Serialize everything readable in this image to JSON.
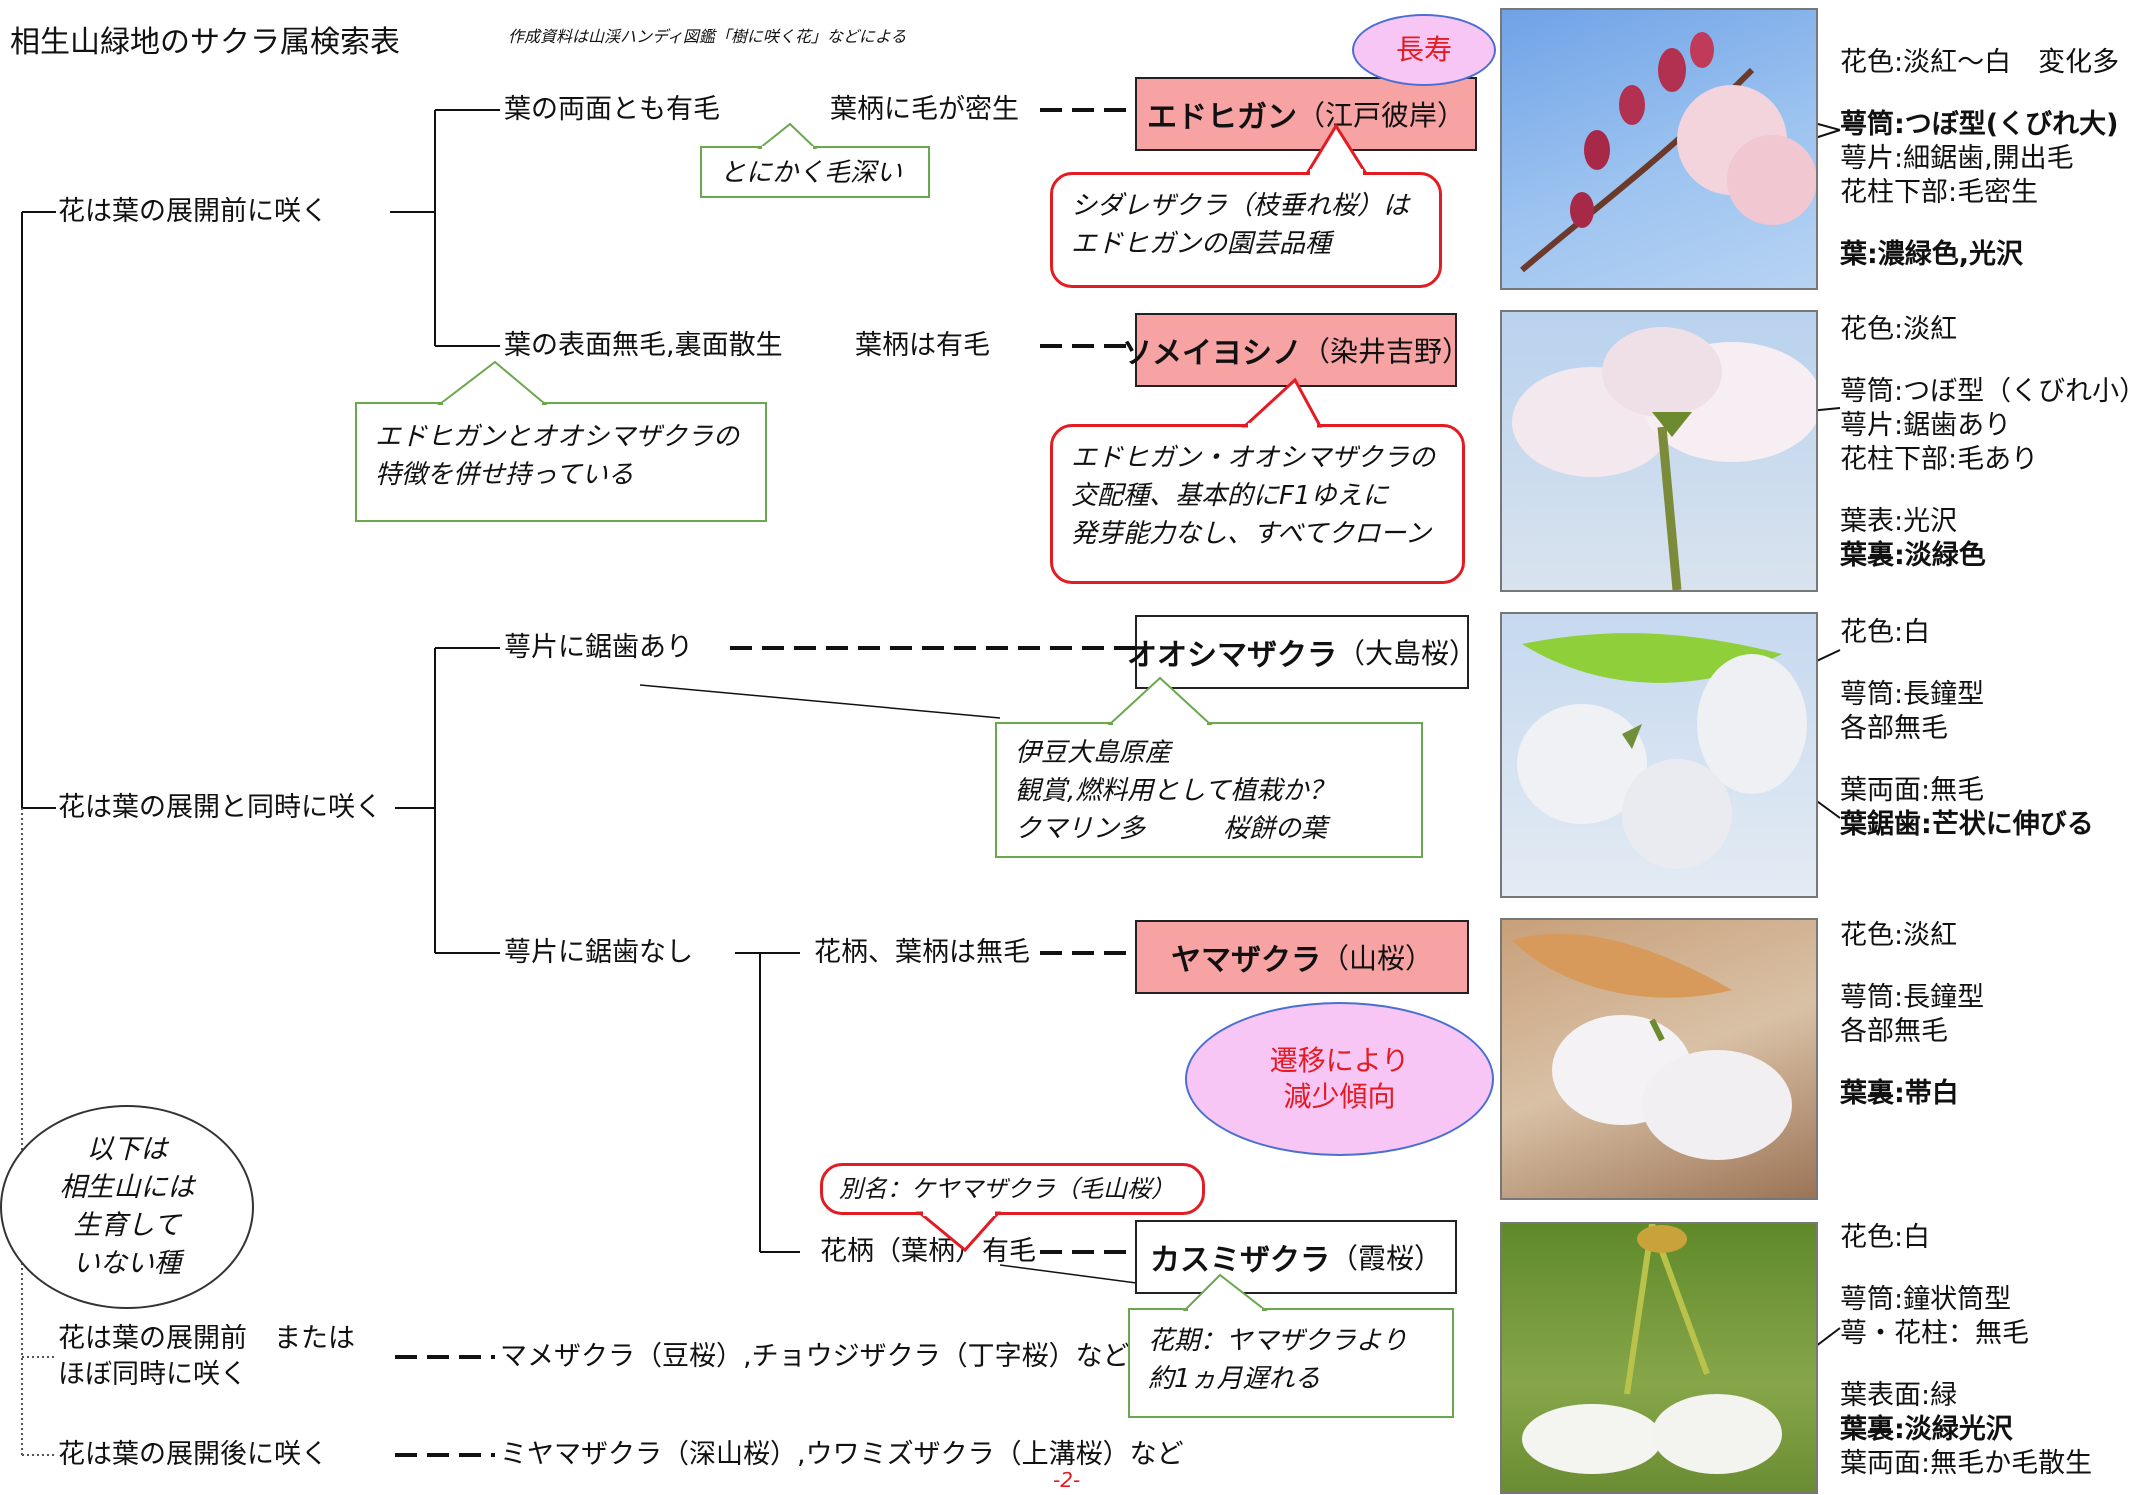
{
  "header": {
    "title": "相生山緑地のサクラ属検索表",
    "source_note": "作成資料は山渓ハンディ図鑑「樹に咲く花」などによる"
  },
  "tree": {
    "before_leaf": "花は葉の展開前に咲く",
    "with_leaf": "花は葉の展開と同時に咲く",
    "both_hairy": "葉の両面とも有毛",
    "petiole_dense_hair": "葉柄に毛が密生",
    "upper_glabrous": "葉の表面無毛,裏面散生",
    "petiole_hairy": "葉柄は有毛",
    "sepal_serrate": "萼片に鋸歯あり",
    "sepal_entire": "萼片に鋸歯なし",
    "pedicel_glabrous": "花柄、葉柄は無毛",
    "pedicel_hairy": "花柄（葉柄）有毛",
    "before_or_with": "花は葉の展開前　または",
    "before_or_with_2": "ほぼ同時に咲く",
    "after_leaf": "花は葉の展開後に咲く",
    "others_1": "マメザクラ（豆桜）,チョウジザクラ（丁字桜）など",
    "others_2": "ミヤマザクラ（深山桜）,ウワミズザクラ（上溝桜）など"
  },
  "species": [
    {
      "name": "エドヒガン",
      "kanji": "（江戸彼岸）",
      "highlight": true
    },
    {
      "name": "ソメイヨシノ",
      "kanji": "（染井吉野）",
      "highlight": true
    },
    {
      "name": "オオシマザクラ",
      "kanji": "（大島桜）",
      "highlight": false
    },
    {
      "name": "ヤマザクラ",
      "kanji": "（山桜）",
      "highlight": true
    },
    {
      "name": "カスミザクラ",
      "kanji": "（霞桜）",
      "highlight": false
    }
  ],
  "callouts": {
    "longevity": "長寿",
    "hairy": "とにかく毛深い",
    "shidare_1": "シダレザクラ（枝垂れ桜）は",
    "shidare_2": "エドヒガンの園芸品種",
    "trait_1": "エドヒガンとオオシマザクラの",
    "trait_2": "特徴を併せ持っている",
    "cross_1": "エドヒガン・オオシマザクラの",
    "cross_2": "交配種、基本的にF1ゆえに",
    "cross_3": "発芽能力なし、すべてクローン",
    "izu_1": "伊豆大島原産",
    "izu_2": "観賞,燃料用として植栽か？",
    "izu_3": "クマリン多　　　桜餅の葉",
    "decline_1": "遷移により",
    "decline_2": "減少傾向",
    "alias": "別名：ケヤマザクラ（毛山桜）",
    "bloom_1": "花期：ヤマザクラより",
    "bloom_2": "約1ヵ月遅れる",
    "absent_1": "以下は",
    "absent_2": "相生山には",
    "absent_3": "生育して",
    "absent_4": "いない種"
  },
  "info": [
    [
      "花色:淡紅～白　変化多",
      "萼筒:つぼ型(くびれ大)",
      "萼片:細鋸歯,開出毛",
      "花柱下部:毛密生",
      "葉:濃緑色,光沢"
    ],
    [
      "花色:淡紅",
      "萼筒:つぼ型（くびれ小）",
      "萼片:鋸歯あり",
      "花柱下部:毛あり",
      "葉表:光沢",
      "葉裏:淡緑色"
    ],
    [
      "花色:白",
      "萼筒:長鐘型",
      "各部無毛",
      "葉両面:無毛",
      "葉鋸歯:芒状に伸びる"
    ],
    [
      "花色:淡紅",
      "萼筒:長鐘型",
      "各部無毛",
      "葉裏:帯白"
    ],
    [
      "花色:白",
      "萼筒:鐘状筒型",
      "萼・花柱：無毛",
      "葉表面:緑",
      "葉裏:淡緑光沢",
      "葉両面:無毛か毛散生"
    ]
  ],
  "photos": [
    "photo-edohigan",
    "photo-someiyoshino",
    "photo-oshimazakura",
    "photo-yamazakura",
    "photo-kasumizakura"
  ],
  "footer": {
    "page": "-2-"
  }
}
